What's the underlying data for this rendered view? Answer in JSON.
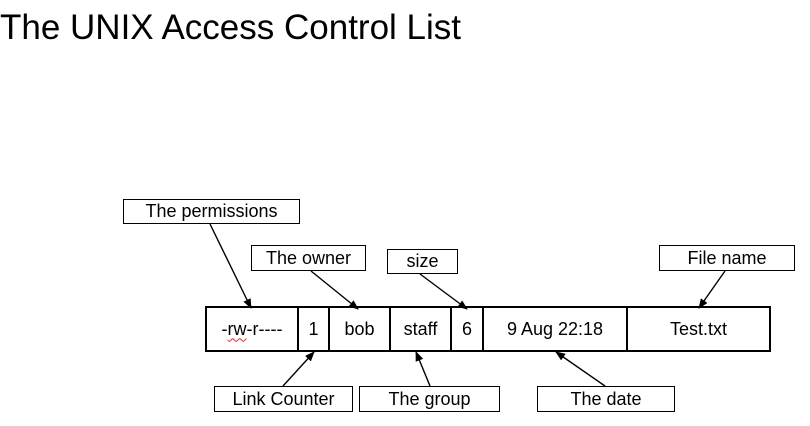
{
  "title": "The UNIX Access Control List",
  "row": {
    "permissions_prefix": "-",
    "permissions_squiggle": "rw",
    "permissions_suffix": "-r----",
    "link_count": "1",
    "owner": "bob",
    "group": "staff",
    "size": "6",
    "date": "9 Aug 22:18",
    "filename": "Test.txt"
  },
  "labels": {
    "permissions": "The permissions",
    "owner": "The owner",
    "size": "size",
    "file_name": "File name",
    "link_counter": "Link Counter",
    "group": "The group",
    "date": "The date"
  }
}
